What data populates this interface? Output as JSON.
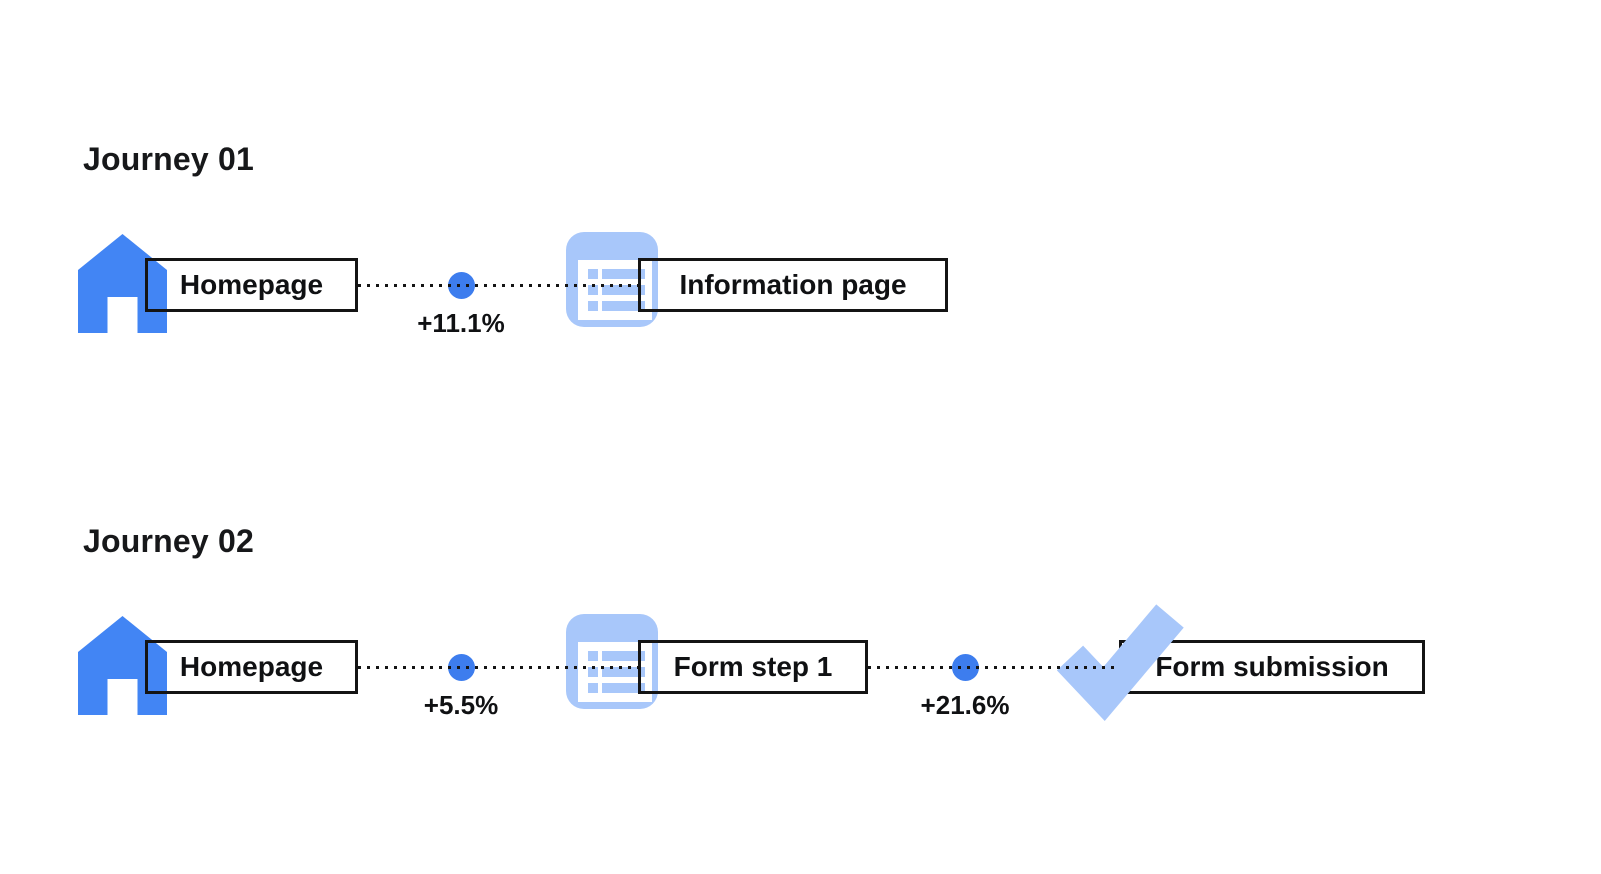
{
  "diagram": {
    "type": "user-journey-flow",
    "background": "#ffffff"
  },
  "colors": {
    "primary_blue": "#4285F4",
    "dot_blue": "#3D7DEE",
    "light_blue": "#A8C7FA",
    "line_black": "#141414",
    "text_black": "#101113"
  },
  "journeys": [
    {
      "title": "Journey 01",
      "nodes": [
        {
          "icon": "home-icon",
          "label": "Homepage"
        },
        {
          "icon": "list-page-icon",
          "label": "Information page"
        }
      ],
      "edges": [
        {
          "delta": "+11.1%"
        }
      ]
    },
    {
      "title": "Journey 02",
      "nodes": [
        {
          "icon": "home-icon",
          "label": "Homepage"
        },
        {
          "icon": "list-page-icon",
          "label": "Form step 1"
        },
        {
          "icon": "check-icon",
          "label": "Form submission"
        }
      ],
      "edges": [
        {
          "delta": "+5.5%"
        },
        {
          "delta": "+21.6%"
        }
      ]
    }
  ]
}
